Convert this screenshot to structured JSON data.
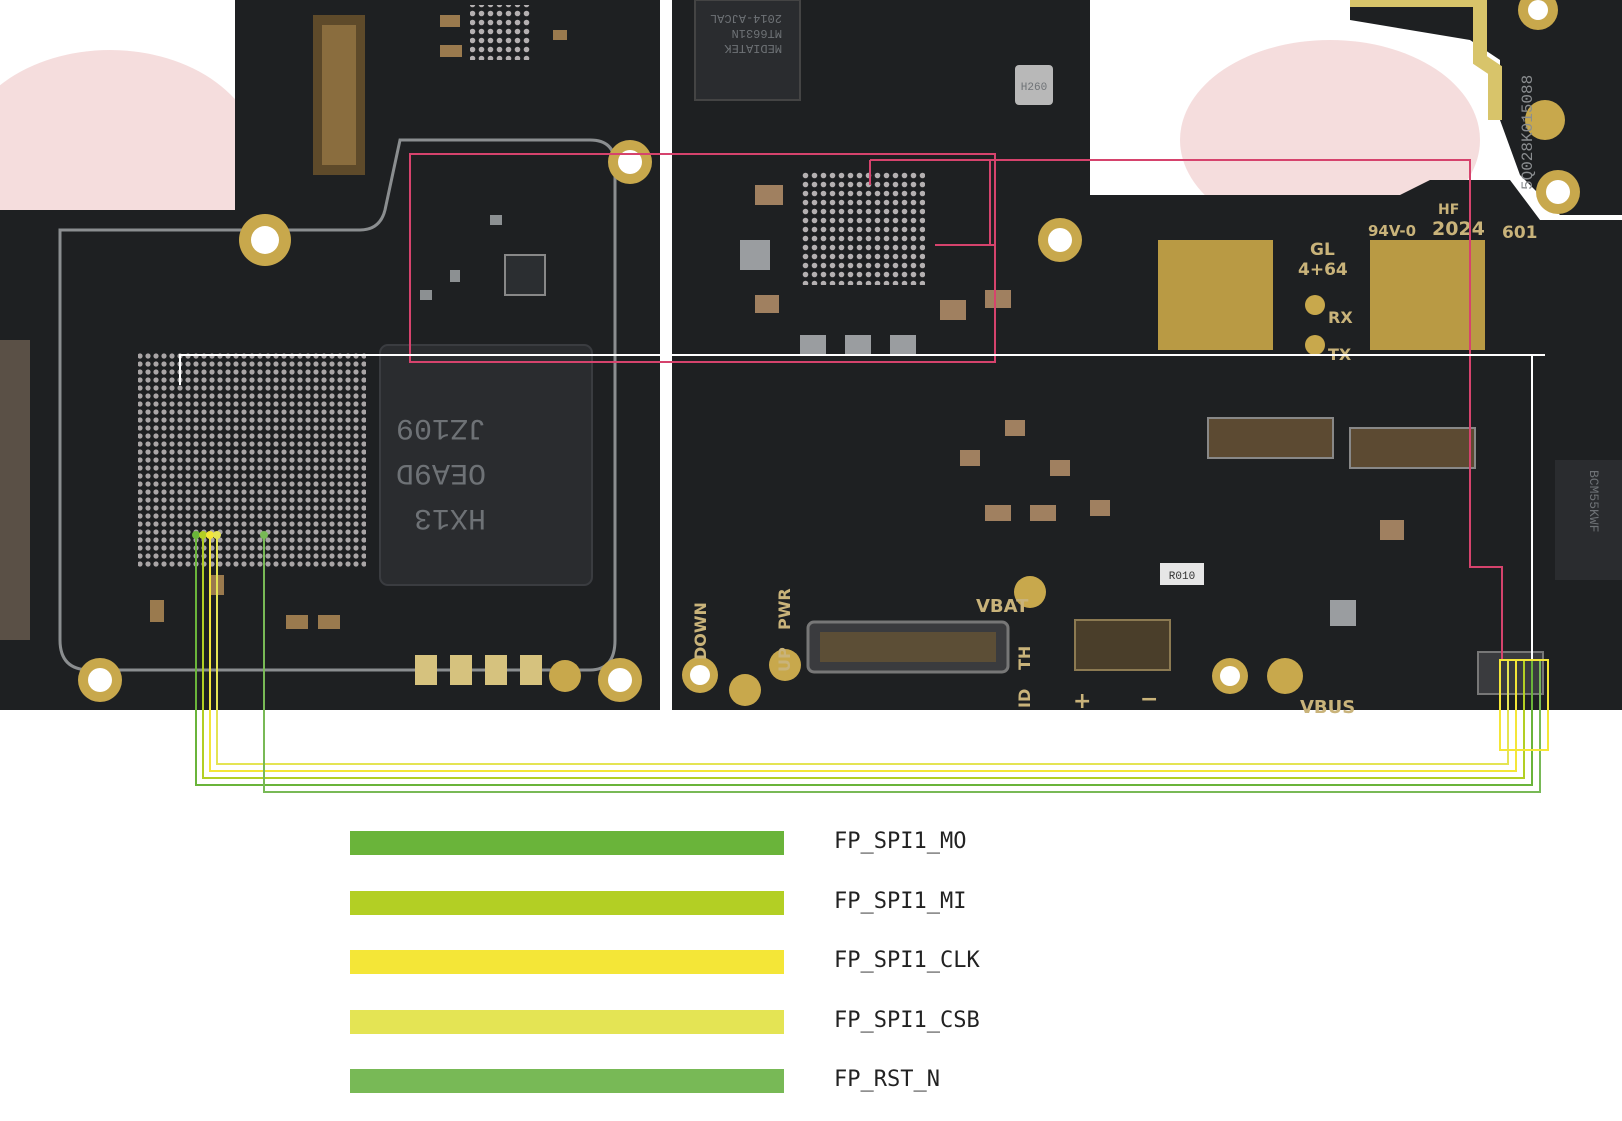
{
  "legend": {
    "items": [
      {
        "label": "FP_SPI1_MO",
        "color": "#6ab43a"
      },
      {
        "label": "FP_SPI1_MI",
        "color": "#b3cf24"
      },
      {
        "label": "FP_SPI1_CLK",
        "color": "#f4e637"
      },
      {
        "label": "FP_SPI1_CSB",
        "color": "#e4e454"
      },
      {
        "label": "FP_RST_N",
        "color": "#78b956"
      }
    ]
  },
  "board": {
    "connector_labels": {
      "down": "DOWN",
      "pwr": "PWR",
      "up": "UP",
      "vbat": "VBAT",
      "id": "ID",
      "th": "TH",
      "plus": "+",
      "minus": "−",
      "vbus": "VBUS",
      "rx": "RX",
      "tx": "TX"
    },
    "silkscreen": {
      "gl": "GL",
      "mem": "4+64",
      "rating": "94V-0",
      "year": "2024",
      "hf": "HF",
      "code": "601",
      "serial": "5Q028K015088",
      "resistor": "R010",
      "crystal": "H260"
    },
    "chip_markings": {
      "mediatek": [
        "MEDIATEK",
        "MT6631N",
        "2014-AJCAL"
      ],
      "memory": [
        "HX13",
        "OEA9D",
        "JZ109"
      ],
      "bcm": [
        "BCM55KWF"
      ]
    }
  }
}
